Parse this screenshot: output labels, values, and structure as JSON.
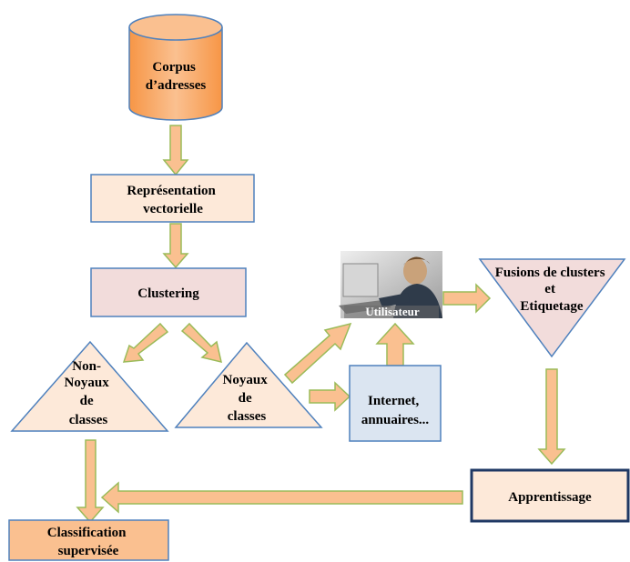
{
  "nodes": {
    "corpus": {
      "lines": [
        "Corpus",
        "d’adresses"
      ]
    },
    "representation": {
      "lines": [
        "Représentation",
        "vectorielle"
      ]
    },
    "clustering": {
      "lines": [
        "Clustering"
      ]
    },
    "non_noyaux": {
      "lines": [
        "Non-",
        "Noyaux",
        "de",
        "classes"
      ]
    },
    "noyaux": {
      "lines": [
        "Noyaux",
        "de",
        "classes"
      ]
    },
    "utilisateur": {
      "lines": [
        "Utilisateur"
      ]
    },
    "internet": {
      "lines": [
        "Internet,",
        "annuaires..."
      ]
    },
    "fusions": {
      "lines": [
        "Fusions de clusters",
        "et",
        "Etiquetage"
      ]
    },
    "apprentissage": {
      "lines": [
        "Apprentissage"
      ]
    },
    "classification": {
      "lines": [
        "Classification",
        "supervisée"
      ]
    }
  },
  "colors": {
    "orange_fill": "#fac090",
    "orange_dark": "#f7a765",
    "peach_fill": "#fde9d9",
    "pink_fill": "#f2dcdb",
    "blue_fill": "#dbe5f1",
    "stroke": "#4f81bd",
    "arrow_fill": "#fac090",
    "arrow_stroke": "#9bbb59"
  }
}
